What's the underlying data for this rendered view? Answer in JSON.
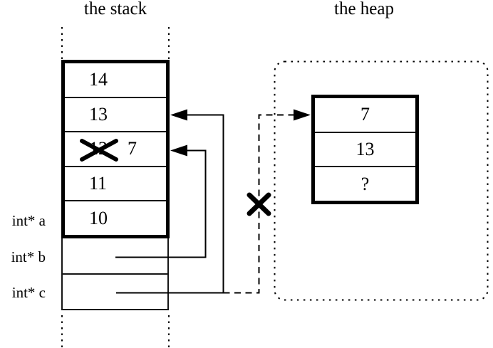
{
  "stack": {
    "title": "the stack",
    "frame_cells": [
      {
        "value": "14"
      },
      {
        "value": "13"
      },
      {
        "value": "12",
        "crossed_out": true,
        "new_value": "7"
      },
      {
        "value": "11"
      },
      {
        "value": "10"
      }
    ],
    "variables": [
      {
        "label": "int* a"
      },
      {
        "label": "int* b"
      },
      {
        "label": "int* c"
      }
    ]
  },
  "heap": {
    "title": "the heap",
    "cells": [
      {
        "value": "7"
      },
      {
        "value": "13"
      },
      {
        "value": "?"
      }
    ]
  },
  "connections": [
    {
      "from": "int* b",
      "to": "stack cell 12 (overwritten with 7)",
      "style": "solid-arrow"
    },
    {
      "from": "int* c",
      "to": "stack cell 13",
      "style": "solid-arrow"
    },
    {
      "from": "int* c",
      "to": "heap cell 7",
      "style": "dashed-arrow",
      "crossed_out": true
    }
  ],
  "colors": {
    "ink": "#000000",
    "background": "#ffffff"
  }
}
